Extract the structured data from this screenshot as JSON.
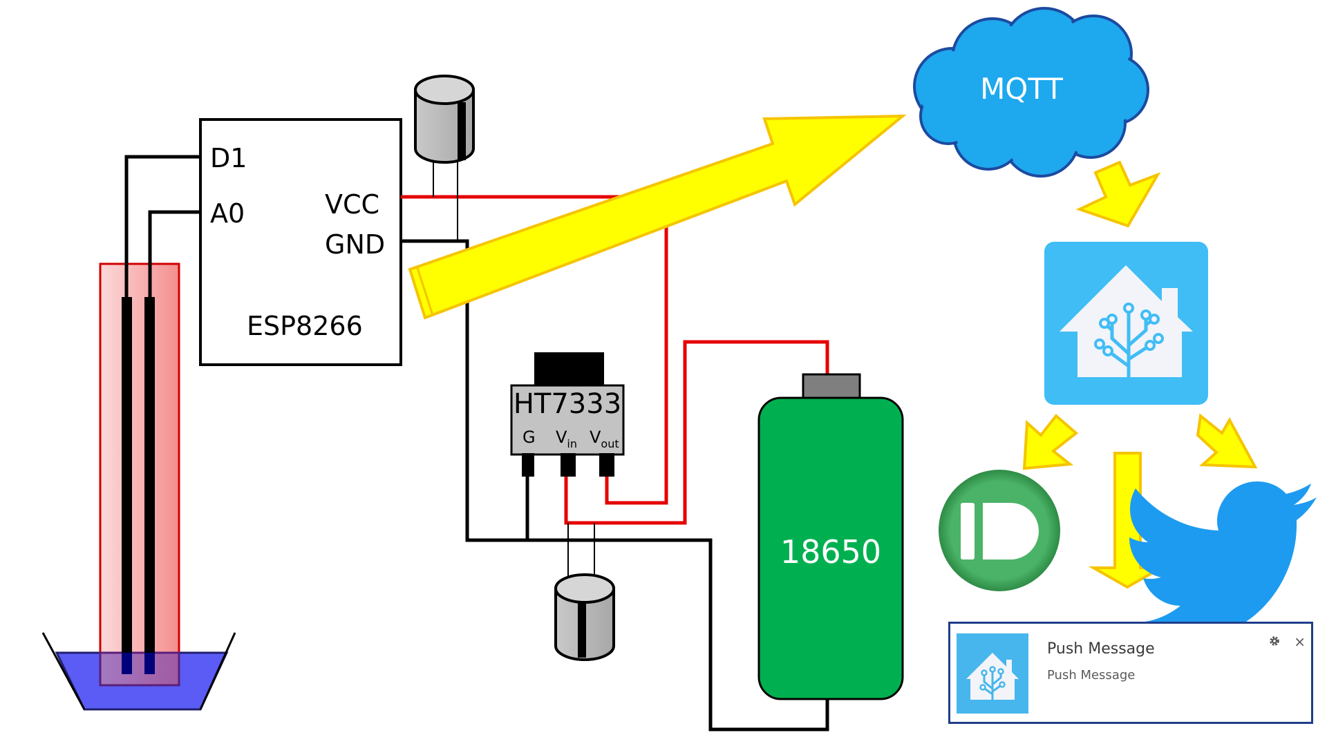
{
  "esp8266": {
    "name": "ESP8266",
    "pins": {
      "d1": "D1",
      "a0": "A0",
      "vcc": "VCC",
      "gnd": "GND"
    }
  },
  "regulator": {
    "name": "HT7333",
    "pin_g": "G",
    "pin_vin": "V",
    "pin_vin_sub": "in",
    "pin_vout": "V",
    "pin_vout_sub": "out"
  },
  "battery": {
    "label": "18650"
  },
  "cloud": {
    "label": "MQTT"
  },
  "notification": {
    "title": "Push Message",
    "body": "Push Message",
    "close_glyph": "×"
  },
  "icons": [
    "capacitor-icon",
    "home-assistant-icon",
    "pushbullet-icon",
    "twitter-icon",
    "gear-icon",
    "close-icon"
  ],
  "colors": {
    "wire_positive": "#e60000",
    "wire_ground": "#000000",
    "arrow_fill": "#ffff00",
    "arrow_stroke": "#f5c400",
    "cloud_fill": "#1ea8ee",
    "cloud_stroke": "#1c4aa0",
    "battery_fill": "#00b050",
    "home_assistant_bg": "#41bdf5",
    "pushbullet_green": "#4ab367",
    "twitter_blue": "#1d9bf0",
    "water": "#5b5bf5",
    "probe_tube": "#f27a7a"
  }
}
